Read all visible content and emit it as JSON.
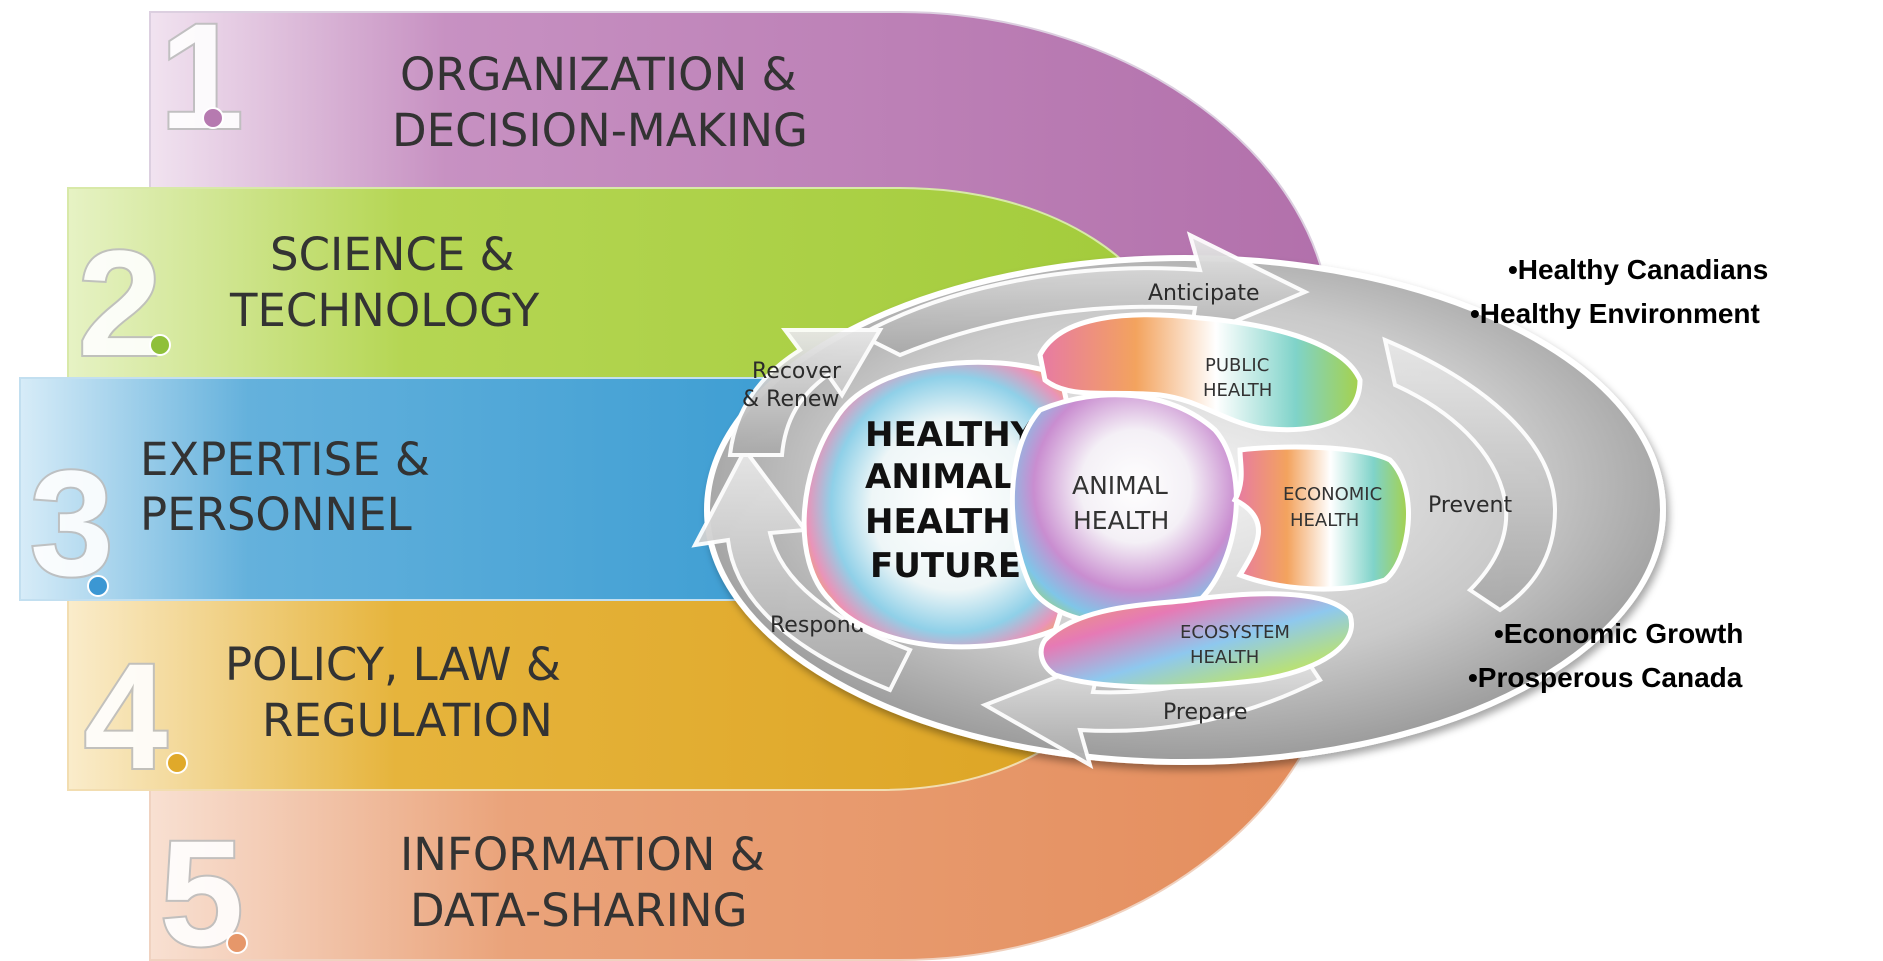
{
  "pillars": [
    {
      "number": "1",
      "line1": "ORGANIZATION &",
      "line2": "DECISION-MAKING",
      "color": "#b67ab0",
      "dot": "#b67ab0"
    },
    {
      "number": "2",
      "line1": "SCIENCE &",
      "line2": "TECHNOLOGY",
      "color": "#a8cf45",
      "dot": "#8fc03a"
    },
    {
      "number": "3",
      "line1": "EXPERTISE &",
      "line2": "PERSONNEL",
      "color": "#4fa6d6",
      "dot": "#3b97d3"
    },
    {
      "number": "4",
      "line1": "POLICY, LAW &",
      "line2": "REGULATION",
      "color": "#e0a92a",
      "dot": "#e0a92a"
    },
    {
      "number": "5",
      "line1": "INFORMATION &",
      "line2": "DATA-SHARING",
      "color": "#e6976a",
      "dot": "#e6976a"
    }
  ],
  "cycle": {
    "anticipate": "Anticipate",
    "prevent": "Prevent",
    "prepare": "Prepare",
    "respond": "Respond",
    "recover_line1": "Recover",
    "recover_line2": "& Renew"
  },
  "domains": {
    "public_line1": "PUBLIC",
    "public_line2": "HEALTH",
    "animal_line1": "ANIMAL",
    "animal_line2": "HEALTH",
    "economic_line1": "ECONOMIC",
    "economic_line2": "HEALTH",
    "ecosystem_line1": "ECOSYSTEM",
    "ecosystem_line2": "HEALTH"
  },
  "core": [
    "HEALTHY",
    "ANIMALS",
    "HEALTHY",
    "FUTURE"
  ],
  "outcomes_top": [
    "•Healthy Canadians",
    "•Healthy Environment"
  ],
  "outcomes_bottom": [
    "•Economic Growth",
    "•Prosperous Canada"
  ]
}
